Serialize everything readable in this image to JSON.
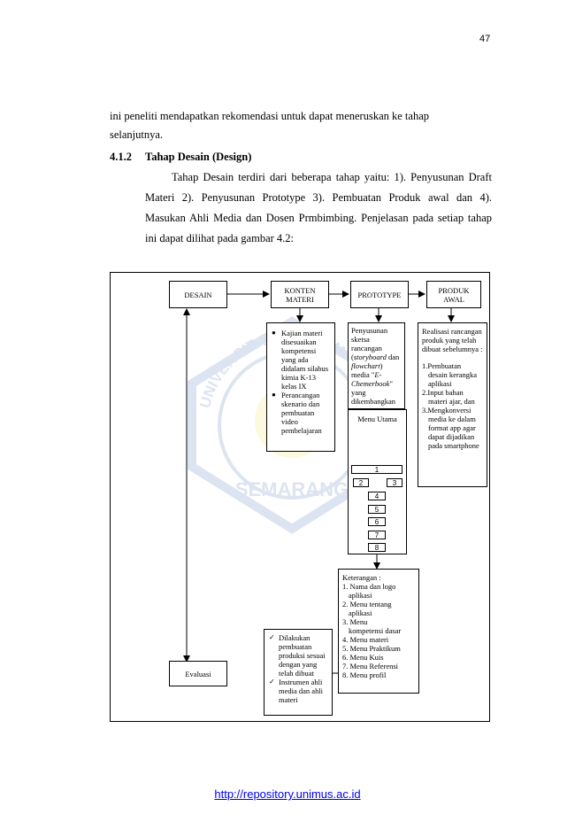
{
  "page_number": "47",
  "intro_line1": "ini peneliti mendapatkan rekomendasi untuk dapat meneruskan ke tahap",
  "intro_line2": "selanjutnya.",
  "section_number": "4.1.2",
  "section_title": "Tahap Desain (Design)",
  "body_lines": [
    "Tahap Desain terdiri dari beberapa tahap yaitu: 1). Penyusunan Draft",
    "Materi 2). Penyusunan Prototype 3). Pembuatan Produk awal dan 4).",
    "Masukan Ahli Media dan Dosen Prmbimbing. Penjelasan pada setiap tahap",
    "ini dapat dilihat pada gambar 4.2:"
  ],
  "diagram": {
    "desain": "DESAIN",
    "konten": "KONTEN MATERI",
    "prototype": "PROTOTYPE",
    "produk": "PRODUK AWAL",
    "evaluasi": "Evaluasi",
    "konten_items": [
      "Kajian materi disesuaikan kompetensi yang ada didalam silabus kimia K-13 kelas IX",
      "Perancangan skenario dan pembuatan video pembelajaran"
    ],
    "proto_detail": {
      "p1": "Penyusunan sketsa rancangan (",
      "storyboard": "storyboard",
      "p2": " dan ",
      "flowchart": "flowchart",
      "p3": ") media \"",
      "app": "E-Chemerbook",
      "p4": "\" yang dikembangkan"
    },
    "menu_utama": "Menu Utama",
    "menu_numbers": [
      "1",
      "2",
      "3",
      "4",
      "5",
      "6",
      "7",
      "8"
    ],
    "produk_detail": {
      "intro": "Realisasi rancangan produk yang telah dibuat sebelumnya :",
      "items": [
        "1.Pembuatan",
        "desain kerangka aplikasi",
        "2.Input bahan",
        "materi ajar, dan",
        "3.Mengkonversi",
        "media ke dalam format app agar dapat dijadikan pada smartphone"
      ]
    },
    "keterangan_title": "Keterangan :",
    "keterangan_items": [
      "1. Nama dan logo",
      "aplikasi",
      "2. Menu tentang",
      "aplikasi",
      "3. Menu",
      "kompetensi dasar",
      "4. Menu materi",
      "5. Menu Praktikum",
      "6. Menu Kuis",
      "7. Menu Referensi",
      "8. Menu profil"
    ],
    "eval_items": [
      "Dilakukan pembuatan produksi sesuai dengan yang telah dibuat",
      "Instrumen ahli media dan ahli materi"
    ]
  },
  "watermark_text": "SEMARANG",
  "watermark_arc": "UNIVERSITAS MUHAMMADIYAH",
  "footer_url": "http://repository.unimus.ac.id"
}
